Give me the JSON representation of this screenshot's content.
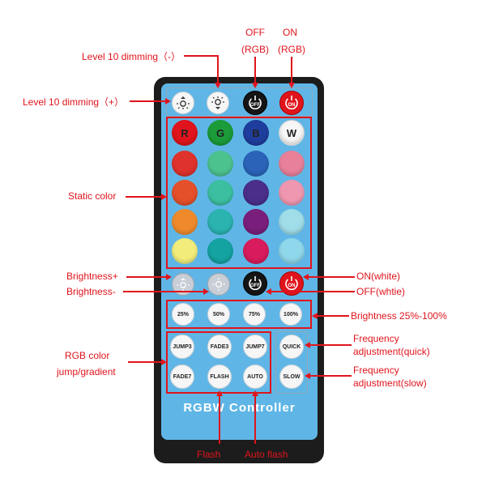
{
  "labels": {
    "off_rgb_line1": "OFF",
    "off_rgb_line2": "(RGB)",
    "on_rgb_line1": "ON",
    "on_rgb_line2": "(RGB)",
    "level_minus": "Level 10 dimming（-）",
    "level_plus": "Level 10 dimming（+）",
    "static_color": "Static color",
    "brightness_plus": "Brightness+",
    "brightness_minus": "Brightness-",
    "on_white": "ON(white)",
    "off_white": "OFF(whtie)",
    "brightness_levels": "Brightness 25%-100%",
    "rgb_jump_line1": "RGB color",
    "rgb_jump_line2": "jump/gradient",
    "freq_quick_line1": "Frequency",
    "freq_quick_line2": "adjustment(quick)",
    "freq_slow_line1": "Frequency",
    "freq_slow_line2": "adjustment(slow)",
    "flash": "Flash",
    "auto_flash": "Auto flash"
  },
  "remote": {
    "brand": "RGBW  Controller",
    "off_text": "OFF",
    "on_text": "ON",
    "color_letters": [
      "R",
      "G",
      "B",
      "W"
    ],
    "color_grid": [
      [
        "#e0322c",
        "#4cc28f",
        "#2a63b8",
        "#e8809a"
      ],
      [
        "#e4502a",
        "#3cbfa0",
        "#4a2e8a",
        "#ef97b0"
      ],
      [
        "#ef8a2c",
        "#2bb3b0",
        "#7a1e7c",
        "#9fdde8"
      ],
      [
        "#f2ec7a",
        "#14a3a0",
        "#d81b5c",
        "#8fd7ea"
      ]
    ],
    "top_colors": [
      "#e0141c",
      "#1b9b3a",
      "#1f3d9c",
      "#f6f6f6"
    ],
    "brightness_buttons": [
      "25%",
      "50%",
      "75%",
      "100%"
    ],
    "mode_buttons": [
      "JUMP3",
      "FADE3",
      "JUMP7",
      "FADE7",
      "FLASH",
      "AUTO"
    ],
    "speed_buttons": [
      "QUICK",
      "SLOW"
    ],
    "colors": {
      "accent_red": "#e0141c",
      "face_blue": "#5fb6e6"
    }
  }
}
